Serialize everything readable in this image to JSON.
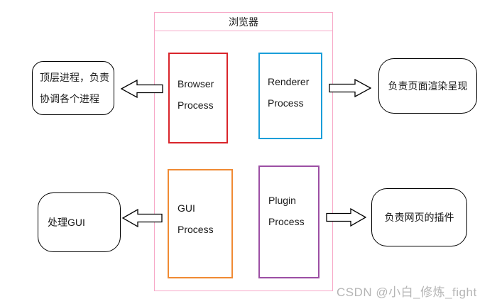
{
  "diagram": {
    "title": "浏览器",
    "boxes": {
      "browser": {
        "line1": "Browser",
        "line2": "Process"
      },
      "renderer": {
        "line1": "Renderer",
        "line2": "Process"
      },
      "gui": {
        "line1": "GUI",
        "line2": "Process"
      },
      "plugin": {
        "line1": "Plugin",
        "line2": "Process"
      }
    },
    "notes": {
      "browser": {
        "line1": "顶层进程，负责",
        "line2": "协调各个进程"
      },
      "gui": {
        "line1": "处理GUI"
      },
      "renderer": {
        "line1": "负责页面渲染呈现"
      },
      "plugin": {
        "line1": "负责网页的插件"
      }
    },
    "colors": {
      "container_border": "#F7A9C8",
      "browser_box": "#D9252B",
      "renderer_box": "#1A9ED9",
      "gui_box": "#F08A33",
      "plugin_box": "#9C4FA4",
      "shape_outline": "#000000"
    }
  },
  "watermark": {
    "text": "CSDN @小白_修炼_fight",
    "color": "#B5B5B5"
  }
}
